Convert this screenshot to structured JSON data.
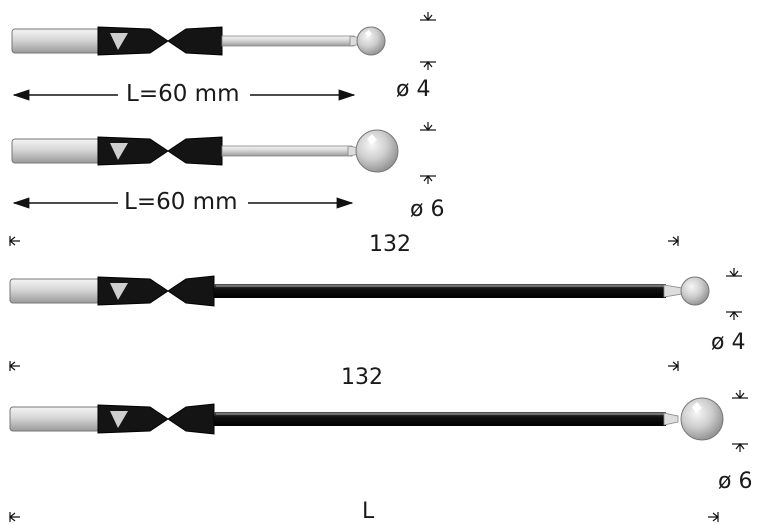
{
  "probe_1": {
    "length_label": "L=60 mm",
    "diameter_label": "ø 4"
  },
  "probe_2": {
    "length_label": "L=60 mm",
    "diameter_label": "ø 6"
  },
  "probe_3": {
    "length_label": "132",
    "diameter_label": "ø 4"
  },
  "probe_4": {
    "length_label": "132",
    "diameter_label": "ø 6"
  },
  "footer": {
    "length_label": "L"
  },
  "colors": {
    "shaft_metal": "#d8d8d8",
    "shaft_dark": "#111111",
    "body": "#141414",
    "ball": "#c9c9c9",
    "tip": "#e6e6e6"
  }
}
